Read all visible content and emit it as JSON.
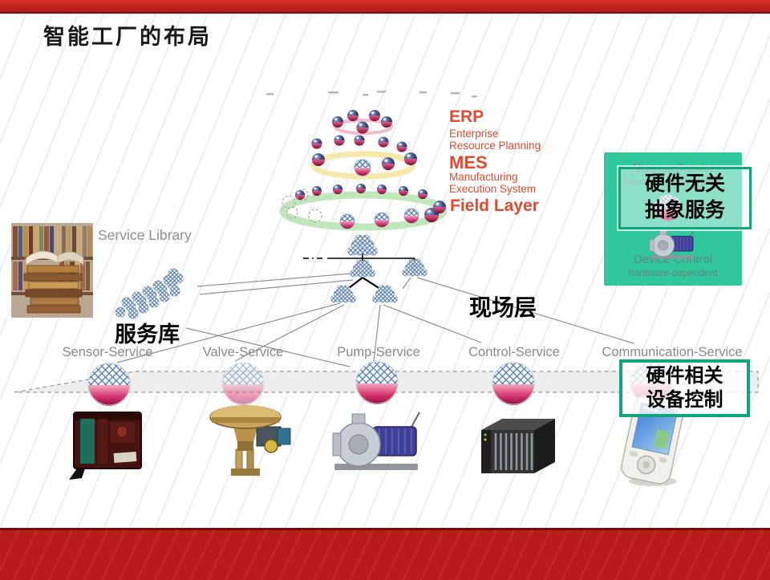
{
  "slide": {
    "title": "智能工厂的布局"
  },
  "pyramid": {
    "erp": "ERP",
    "erp_sub1": "Enterprise",
    "erp_sub2": "Resource Planning",
    "mes": "MES",
    "mes_sub1": "Manufacturing",
    "mes_sub2": "Execution System",
    "field": "Field Layer"
  },
  "library": {
    "label_en": "Service Library",
    "label_zh": "服务库"
  },
  "tree": {
    "field_layer_zh": "现场层"
  },
  "abstract_panel": {
    "title": "Abstract Service",
    "subtitle": "hardware-independent",
    "device_title": "Device Control",
    "device_subtitle": "hardware-dependent"
  },
  "callouts": {
    "hardware_independent": {
      "line1": "硬件无关",
      "line2": "抽象服务"
    },
    "hardware_related": {
      "line1": "硬件相关",
      "line2": "设备控制"
    }
  },
  "services": [
    "Sensor-Service",
    "Valve-Service",
    "Pump-Service",
    "Control-Service",
    "Communication-Service"
  ],
  "colors": {
    "band_red": "#b71c1a",
    "panel_green": "#2fc79b",
    "callout_border": "#12a57c",
    "pyramid_text": "#e14a30",
    "muted_text": "#8b8b8b"
  }
}
